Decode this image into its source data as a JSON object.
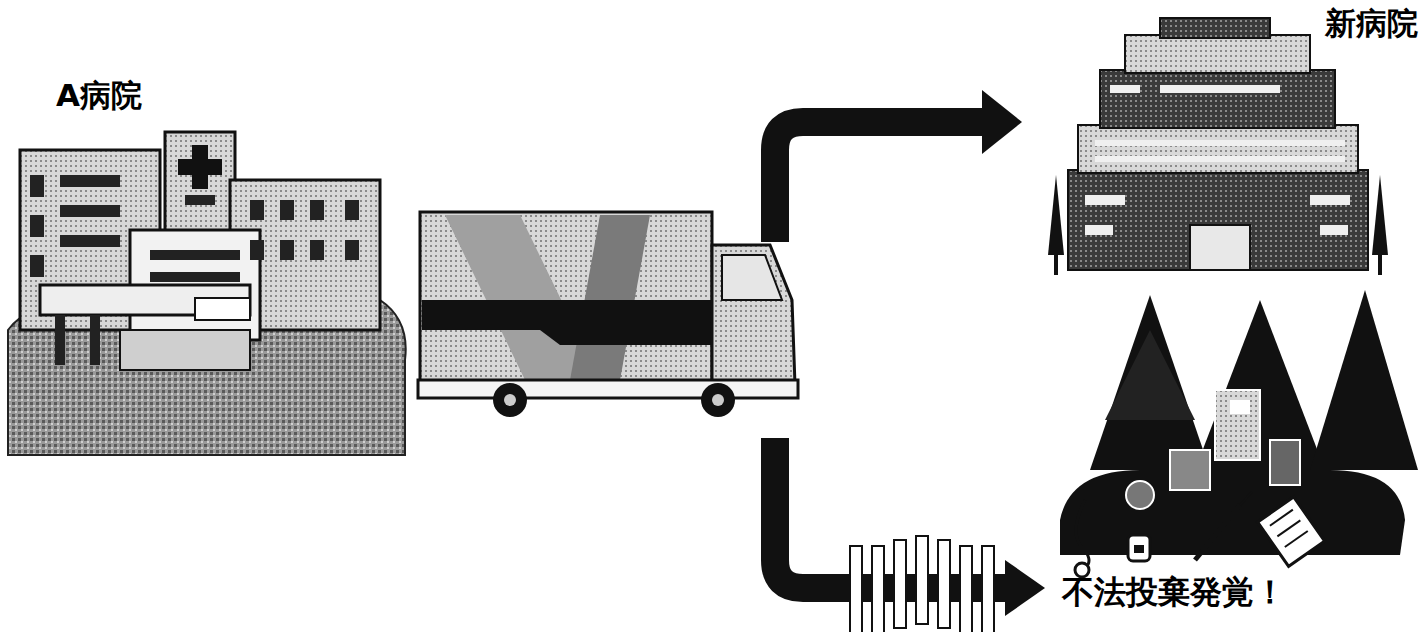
{
  "diagram": {
    "nodes": [
      {
        "text": [
          "A病院"
        ]
      },
      {
        "text": [
          "新病院"
        ]
      },
      {
        "text": [
          "不法投棄発覚！"
        ]
      }
    ]
  }
}
